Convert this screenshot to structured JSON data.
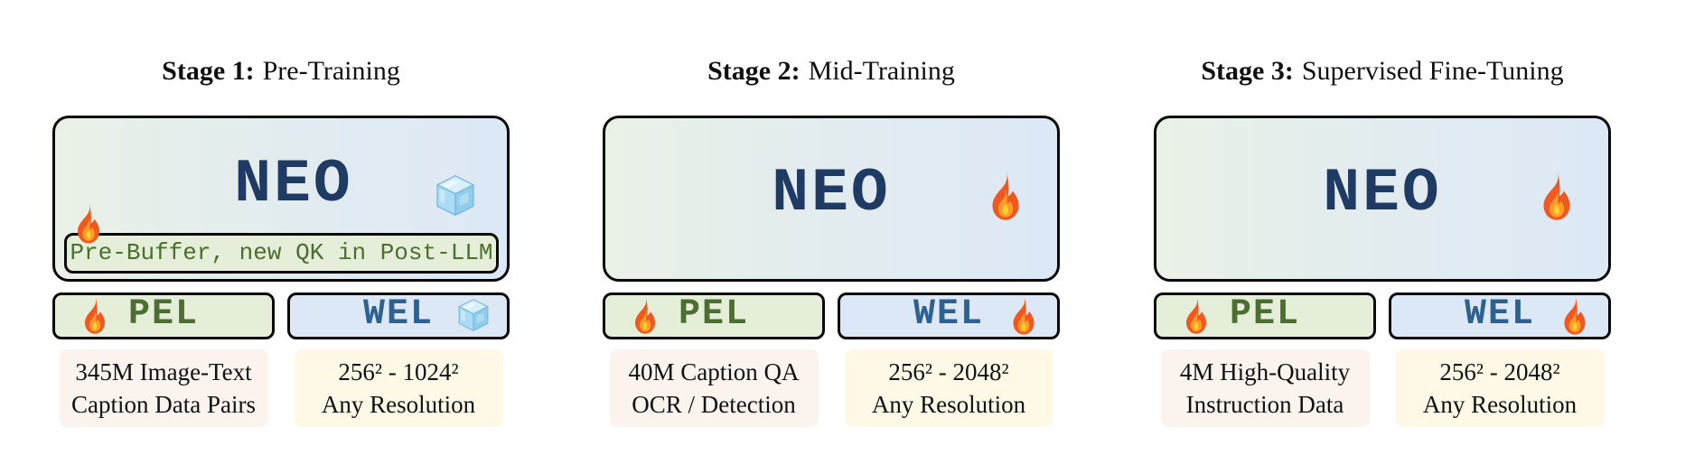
{
  "figure": {
    "description": "Three-stage training pipeline diagram for the NEO model"
  },
  "colors": {
    "model_gradient_left": "#eaf1e7",
    "model_gradient_right": "#dce8f6",
    "model_text": "#1f3a63",
    "pel_bg": "#e4eed8",
    "pel_text": "#4d6e33",
    "wel_bg": "#dce8f6",
    "wel_text": "#2e618f",
    "subbox_bg": "#e4eed8",
    "subbox_text": "#4c6e2e",
    "data_left_bg": "#fbf3ed",
    "data_right_bg": "#fdf9e6",
    "border": "#0a0a0a"
  },
  "stages": [
    {
      "title": {
        "label": "Stage 1:",
        "name": "Pre-Training"
      },
      "model": {
        "label": "NEO",
        "status_icon": "ice-icon"
      },
      "tuned_part": {
        "label": "Pre-Buffer, new QK in Post-LLM",
        "status_icon": "fire-icon"
      },
      "pel": {
        "label": "PEL",
        "status_icon": "fire-icon"
      },
      "wel": {
        "label": "WEL",
        "status_icon": "ice-icon"
      },
      "pel_data": {
        "line1": "345M Image-Text",
        "line2": "Caption Data Pairs"
      },
      "wel_data": {
        "line1": "256² - 1024²",
        "line2": "Any Resolution"
      }
    },
    {
      "title": {
        "label": "Stage 2:",
        "name": "Mid-Training"
      },
      "model": {
        "label": "NEO",
        "status_icon": "fire-icon"
      },
      "pel": {
        "label": "PEL",
        "status_icon": "fire-icon"
      },
      "wel": {
        "label": "WEL",
        "status_icon": "fire-icon"
      },
      "pel_data": {
        "line1": "40M Caption QA",
        "line2": "OCR / Detection"
      },
      "wel_data": {
        "line1": "256² - 2048²",
        "line2": "Any Resolution"
      }
    },
    {
      "title": {
        "label": "Stage 3:",
        "name": "Supervised Fine-Tuning"
      },
      "model": {
        "label": "NEO",
        "status_icon": "fire-icon"
      },
      "pel": {
        "label": "PEL",
        "status_icon": "fire-icon"
      },
      "wel": {
        "label": "WEL",
        "status_icon": "fire-icon"
      },
      "pel_data": {
        "line1": "4M High-Quality",
        "line2": "Instruction Data"
      },
      "wel_data": {
        "line1": "256² - 2048²",
        "line2": "Any Resolution"
      }
    }
  ]
}
